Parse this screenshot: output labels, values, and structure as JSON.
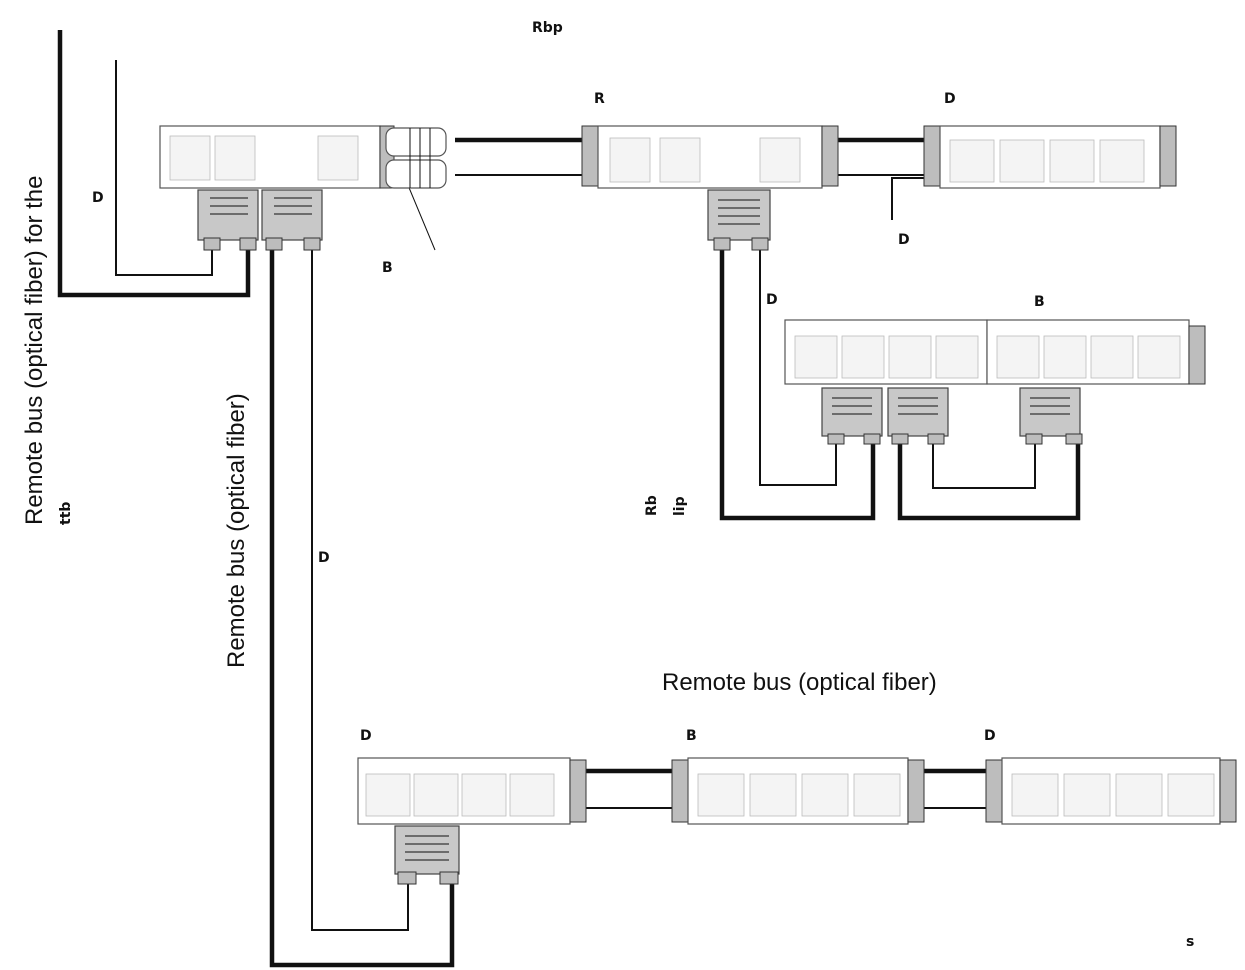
{
  "labels": {
    "top_vertical": "Remote bus (optical fiber) for the",
    "top_vertical_suffix": "ttb",
    "left_vertical": "Remote bus (optical fiber)",
    "bottom_horizontal": "Remote bus (optical fiber)"
  },
  "tags": {
    "header": "Rbp",
    "t1": "R",
    "t2": "D",
    "t3": "D",
    "t4": "D",
    "t5": "B",
    "t6": "D",
    "t7": "B",
    "t8": "D",
    "t9": "D",
    "t10": "B",
    "t11": "D",
    "note_a": "Rb",
    "note_b": "lip",
    "corner": "s"
  }
}
